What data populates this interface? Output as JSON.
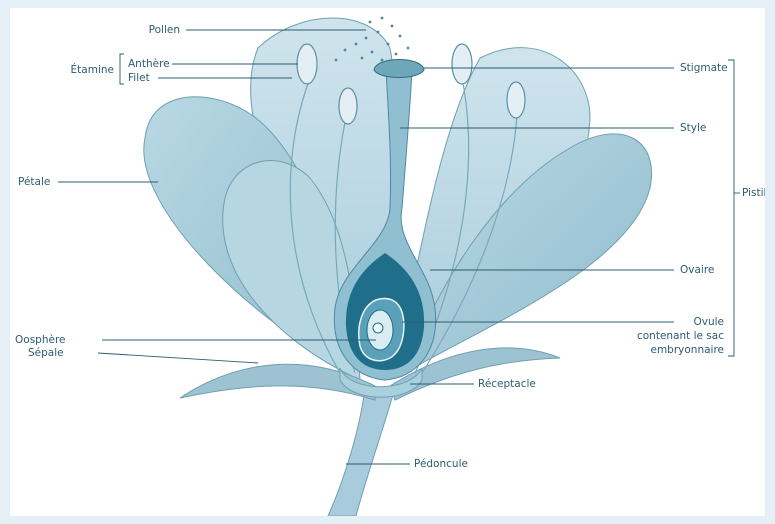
{
  "labels": {
    "pollen": "Pollen",
    "etamine": "Étamine",
    "anthere": "Anthère",
    "filet": "Filet",
    "petale": "Pétale",
    "oosphere": "Oosphère",
    "sepale": "Sépale",
    "stigmate": "Stigmate",
    "style": "Style",
    "pistil": "Pistil",
    "ovaire": "Ovaire",
    "ovule_1": "Ovule",
    "ovule_2": "contenant le sac",
    "ovule_3": "embryonnaire",
    "receptacle": "Réceptacle",
    "pedoncule": "Pédoncule"
  },
  "colors": {
    "page_background": "#e4f0f6",
    "petal_light": "#c3dde8",
    "petal_mid": "#9fc6d6",
    "ovary_dark": "#1f6f8a",
    "label_text": "#2c5c70"
  }
}
